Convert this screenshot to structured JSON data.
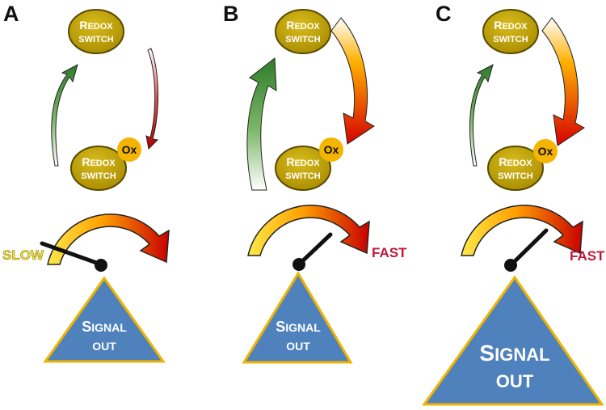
{
  "panels": [
    {
      "letter": "A",
      "switch_top": {
        "big": "R",
        "rest": "EDOX",
        "line2": "SWITCH"
      },
      "switch_bottom": {
        "big": "R",
        "rest": "EDOX",
        "line2": "SWITCH"
      },
      "oxidant": "Ox",
      "speed_label": "SLOW",
      "signal": {
        "big1": "S",
        "rest1": "IGNAL",
        "line2": "OUT"
      }
    },
    {
      "letter": "B",
      "switch_top": {
        "big": "R",
        "rest": "EDOX",
        "line2": "SWITCH"
      },
      "switch_bottom": {
        "big": "R",
        "rest": "EDOX",
        "line2": "SWITCH"
      },
      "oxidant": "Ox",
      "speed_label": "FAST",
      "signal": {
        "big1": "S",
        "rest1": "IGNAL",
        "line2": "OUT"
      }
    },
    {
      "letter": "C",
      "switch_top": {
        "big": "R",
        "rest": "EDOX",
        "line2": "SWITCH"
      },
      "switch_bottom": {
        "big": "R",
        "rest": "EDOX",
        "line2": "SWITCH"
      },
      "oxidant": "Ox",
      "speed_label": "FAST",
      "signal": {
        "big1": "S",
        "rest1": "IGNAL",
        "line2": "OUT"
      }
    }
  ],
  "colors": {
    "switch_fill": "#bfa20a",
    "switch_stroke": "#5a4a00",
    "oxidant_fill": "#f5b400",
    "triangle_fill": "#4f81bd",
    "triangle_stroke": "#f0b400",
    "arrow_green": "#3f8f2f",
    "arrow_red": "#c81414",
    "slow_label": "#f3e34a",
    "fast_label": "#c0183a",
    "needle": "#111111"
  }
}
